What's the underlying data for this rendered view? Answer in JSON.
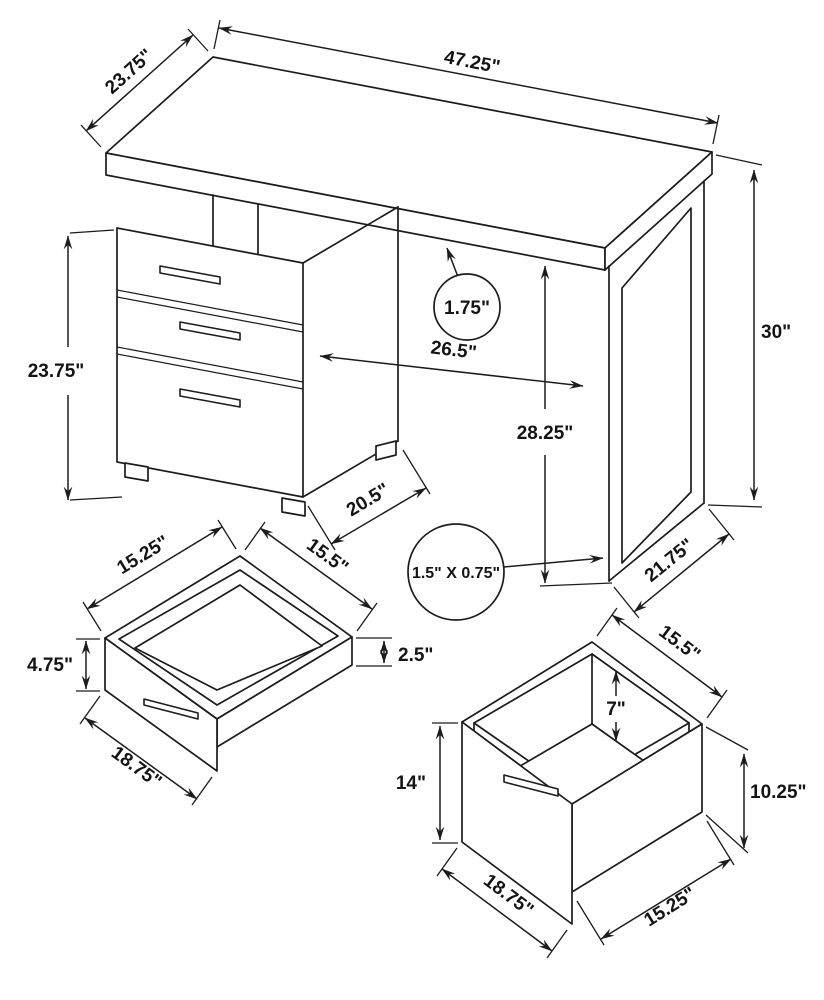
{
  "diagram": {
    "desk": {
      "top_depth": "23.75\"",
      "top_width": "47.25\"",
      "top_thickness": "1.75\"",
      "overall_height": "30\"",
      "knee_space_width": "26.5\"",
      "knee_space_height": "28.25\"",
      "cabinet_height": "23.75\"",
      "cabinet_depth": "20.5\"",
      "leg_tube_size": "1.5\" X 0.75\"",
      "leg_depth": "21.75\""
    },
    "small_drawer": {
      "inner_width": "15.25\"",
      "inner_depth": "15.5\"",
      "front_height": "4.75\"",
      "side_height": "2.5\"",
      "outer_width": "18.75\""
    },
    "file_drawer": {
      "inner_depth": "15.5\"",
      "inner_height": "7\"",
      "front_height": "14\"",
      "side_height": "10.25\"",
      "outer_width": "18.75\"",
      "outer_depth": "15.25\""
    }
  }
}
